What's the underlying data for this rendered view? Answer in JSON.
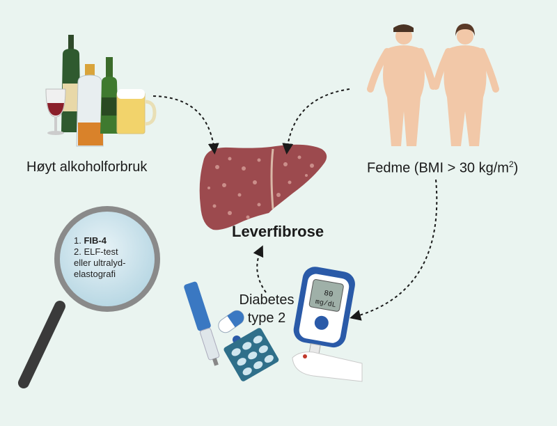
{
  "labels": {
    "alcohol": "Høyt alkoholforbruk",
    "obesity_prefix": "Fedme (BMI > 30 kg/m",
    "obesity_sup": "2",
    "obesity_suffix": ")",
    "fibrosis": "Leverfibrose",
    "diabetes_line1": "Diabetes",
    "diabetes_line2": "type 2"
  },
  "magnifier": {
    "step1_num": "1. ",
    "step1_bold": "FIB-4",
    "step2_line1": "2. ELF-test",
    "step2_line2": "eller ultralyd-",
    "step2_line3": "elastografi"
  },
  "glucometer": {
    "value": "80",
    "unit": "mg/dL"
  },
  "icons": [
    "alcohol-bottles-icon",
    "obese-people-icon",
    "liver-icon",
    "magnifier-icon",
    "insulin-pen-icon",
    "pill-icon",
    "pill-blister-icon",
    "glucometer-icon",
    "finger-icon"
  ],
  "colors": {
    "background": "#eaf4f0",
    "liver": "#9c4a4e",
    "arrow": "#1a1a1a",
    "glucometer": "#2a5aa8"
  }
}
